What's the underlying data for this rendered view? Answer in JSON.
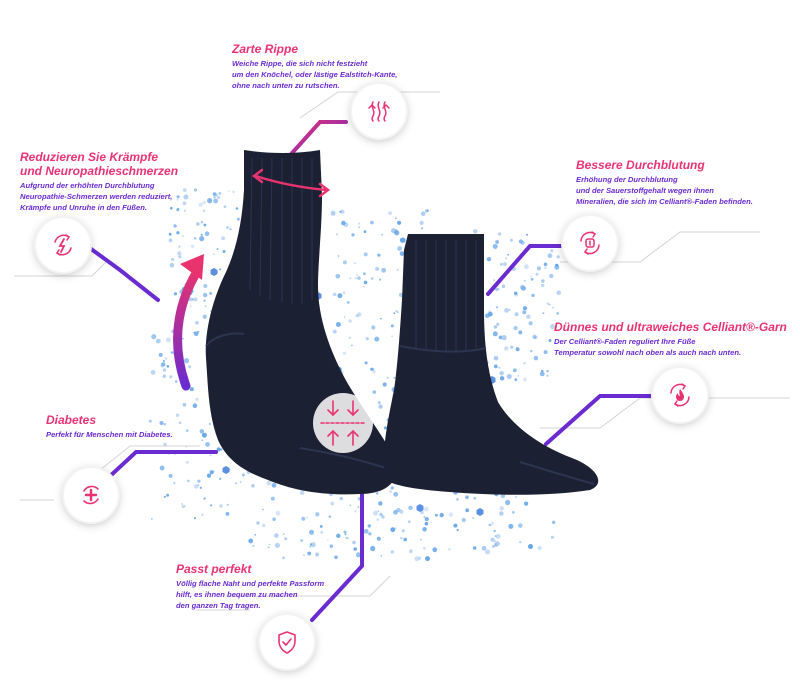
{
  "callouts": [
    {
      "id": "zarte-rippe",
      "title": "Zarte Rippe",
      "lines": [
        "Weiche Rippe, die sich nicht festzieht",
        "um den Knöchel, oder lästige Ealstitch-Kante,",
        "ohne nach unten zu rutschen."
      ],
      "icon": "rib-texture-icon"
    },
    {
      "id": "reduzieren",
      "title_lines": [
        "Reduzieren Sie Krämpfe",
        "und Neuropathieschmerzen"
      ],
      "lines": [
        "Aufgrund der erhöhten Durchblutung",
        "Neuropathie-Schmerzen werden reduziert,",
        "Krämpfe und Unruhe in den Füßen."
      ],
      "icon": "lightning-cycle-icon"
    },
    {
      "id": "durchblutung",
      "title": "Bessere Durchblutung",
      "lines": [
        "Erhöhung der Durchblutung",
        "und der Sauerstoffgehalt wegen ihnen",
        "Mineralien, die sich im Celliant®-Faden befinden."
      ],
      "icon": "circulation-icon"
    },
    {
      "id": "celliant",
      "title": "Dünnes und ultraweiches Celliant®-Garn",
      "lines": [
        "Der Celliant®-Faden reguliert Ihre Füße",
        "Temperatur sowohl nach oben als auch nach unten."
      ],
      "icon": "flame-cycle-icon"
    },
    {
      "id": "diabetes",
      "title": "Diabetes",
      "lines": [
        "Perfekt für Menschen mit Diabetes."
      ],
      "icon": "medical-cross-icon"
    },
    {
      "id": "passt",
      "title": "Passt perfekt",
      "lines": [
        "Völlig flache Naht und perfekte Passform",
        "hilft, es ihnen bequem zu machen",
        "den ganzen Tag tragen."
      ],
      "icon": "shield-check-icon"
    }
  ],
  "colors": {
    "accent_pink": "#e8336f",
    "accent_purple": "#6a2bd0",
    "sock_navy": "#1b2033",
    "dot_blue": "#6aa8e8"
  },
  "center_icon": "compression-arrows-icon"
}
